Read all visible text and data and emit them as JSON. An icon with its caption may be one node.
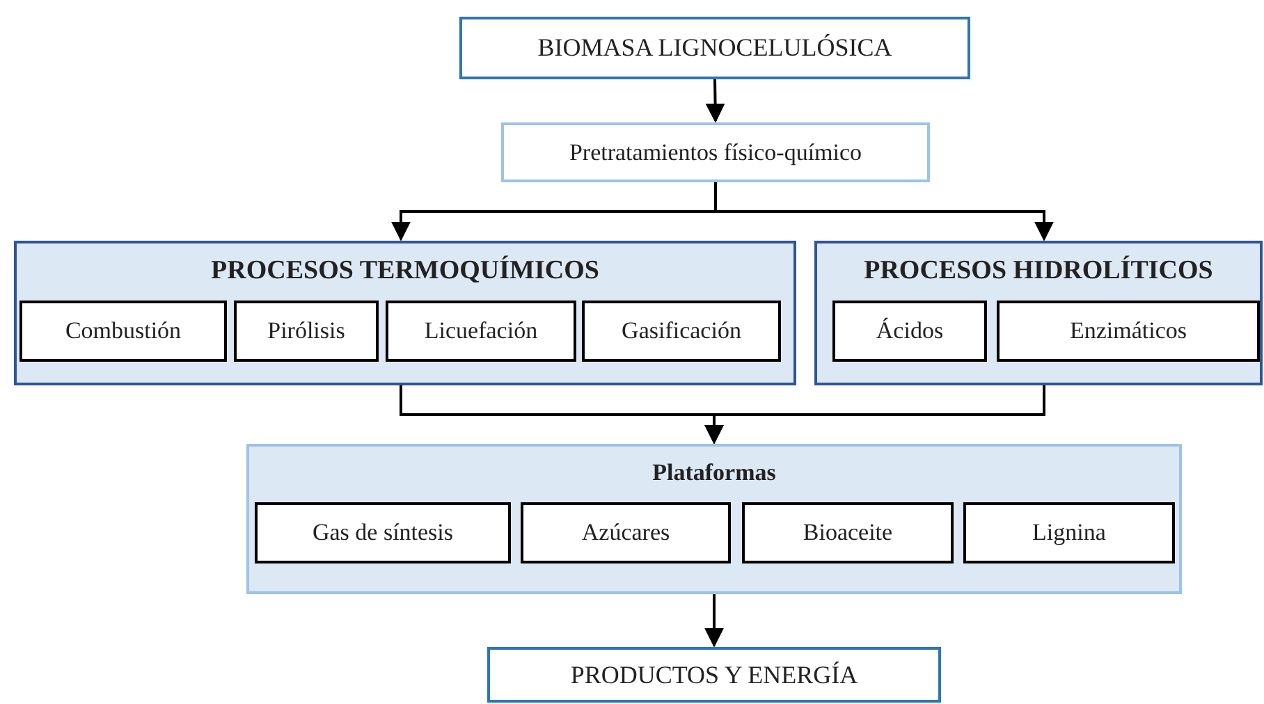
{
  "diagram": {
    "nodes": [
      {
        "text": [
          "BIOMASA LIGNOCELULÓSICA"
        ]
      },
      {
        "text": [
          "Pretratamientos físico-químico"
        ]
      },
      {
        "text": [
          "PROCESOS TERMOQUÍMICOS"
        ]
      },
      {
        "text": [
          "Combustión"
        ],
        "in": 2
      },
      {
        "text": [
          "Pirólisis"
        ],
        "in": 2
      },
      {
        "text": [
          "Licuefación"
        ],
        "in": 2
      },
      {
        "text": [
          "Gasificación"
        ],
        "in": 2
      },
      {
        "text": [
          "PROCESOS HIDROLÍTICOS"
        ]
      },
      {
        "text": [
          "Ácidos"
        ],
        "in": 7
      },
      {
        "text": [
          "Enzimáticos"
        ],
        "in": 7
      },
      {
        "text": [
          "Plataformas"
        ]
      },
      {
        "text": [
          "Gas de síntesis"
        ],
        "in": 10
      },
      {
        "text": [
          "Azúcares"
        ],
        "in": 10
      },
      {
        "text": [
          "Bioaceite"
        ],
        "in": 10
      },
      {
        "text": [
          "Lignina"
        ],
        "in": 10
      },
      {
        "text": [
          "PRODUCTOS Y ENERGÍA"
        ]
      }
    ],
    "edges": [
      {
        "from": 0,
        "to": 1,
        "arrow": "to"
      },
      {
        "from": 1,
        "to": 2,
        "arrow": "to"
      },
      {
        "from": 1,
        "to": 7,
        "arrow": "to"
      },
      {
        "from": 2,
        "to": 10,
        "arrow": "to"
      },
      {
        "from": 7,
        "to": 10,
        "arrow": "to"
      },
      {
        "from": 10,
        "to": 15,
        "arrow": "to"
      }
    ]
  }
}
